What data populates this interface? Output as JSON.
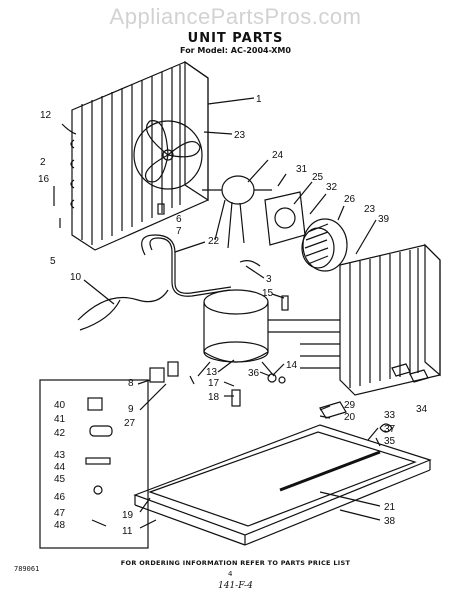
{
  "watermark": "AppliancePartsPros.com",
  "title": "UNIT PARTS",
  "model": "For Model: AC-2004-XM0",
  "footer": "FOR ORDERING INFORMATION REFER TO PARTS PRICE LIST",
  "code": "789061",
  "page": "4",
  "handwriting": "141-F-4",
  "callouts": [
    "1",
    "2",
    "3",
    "5",
    "6",
    "7",
    "8",
    "9",
    "10",
    "11",
    "12",
    "13",
    "14",
    "15",
    "16",
    "17",
    "18",
    "19",
    "20",
    "21",
    "22",
    "23",
    "23",
    "24",
    "25",
    "26",
    "27",
    "29",
    "31",
    "32",
    "33",
    "34",
    "35",
    "36",
    "37",
    "38",
    "39",
    "40",
    "41",
    "42",
    "43",
    "44",
    "45",
    "46",
    "47",
    "48"
  ]
}
